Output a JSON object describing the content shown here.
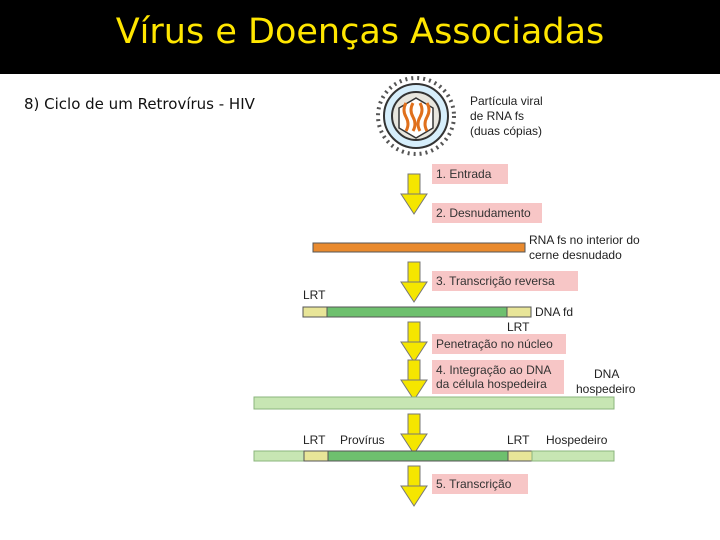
{
  "header": {
    "title": "Vírus e Doenças Associadas"
  },
  "subtitle": "8) Ciclo de um Retrovírus - HIV",
  "diagram": {
    "particle_label": [
      "Partícula viral",
      "de RNA fs",
      "(duas cópias)"
    ],
    "steps": {
      "entrada": "1. Entrada",
      "desnudamento": "2. Desnudamento",
      "transcricao_reversa": "3. Transcrição reversa",
      "penetracao": "Penetração no núcleo",
      "integracao": [
        "4. Integração ao DNA",
        "da célula hospedeira"
      ],
      "transcricao": "5. Transcrição"
    },
    "labels": {
      "rna_core": [
        "RNA fs no interior do",
        "cerne desnudado"
      ],
      "lrt_top": "LRT",
      "lrt_bottom": "LRT",
      "dna_fd": "DNA fd",
      "dna_host": [
        "DNA",
        "hospedeiro"
      ],
      "provirus_lrt_left": "LRT",
      "provirus": "Provírus",
      "provirus_lrt_right": "LRT",
      "hospedeiro": "Hospedeiro"
    },
    "colors": {
      "step_box": "#f7c6c6",
      "arrow": "#f5e600",
      "rna": "#e98a2e",
      "dna_green": "#6ec06e",
      "lrt": "#e8e598",
      "host_dna": "#c7e6b3",
      "title": "#ffe600"
    }
  }
}
